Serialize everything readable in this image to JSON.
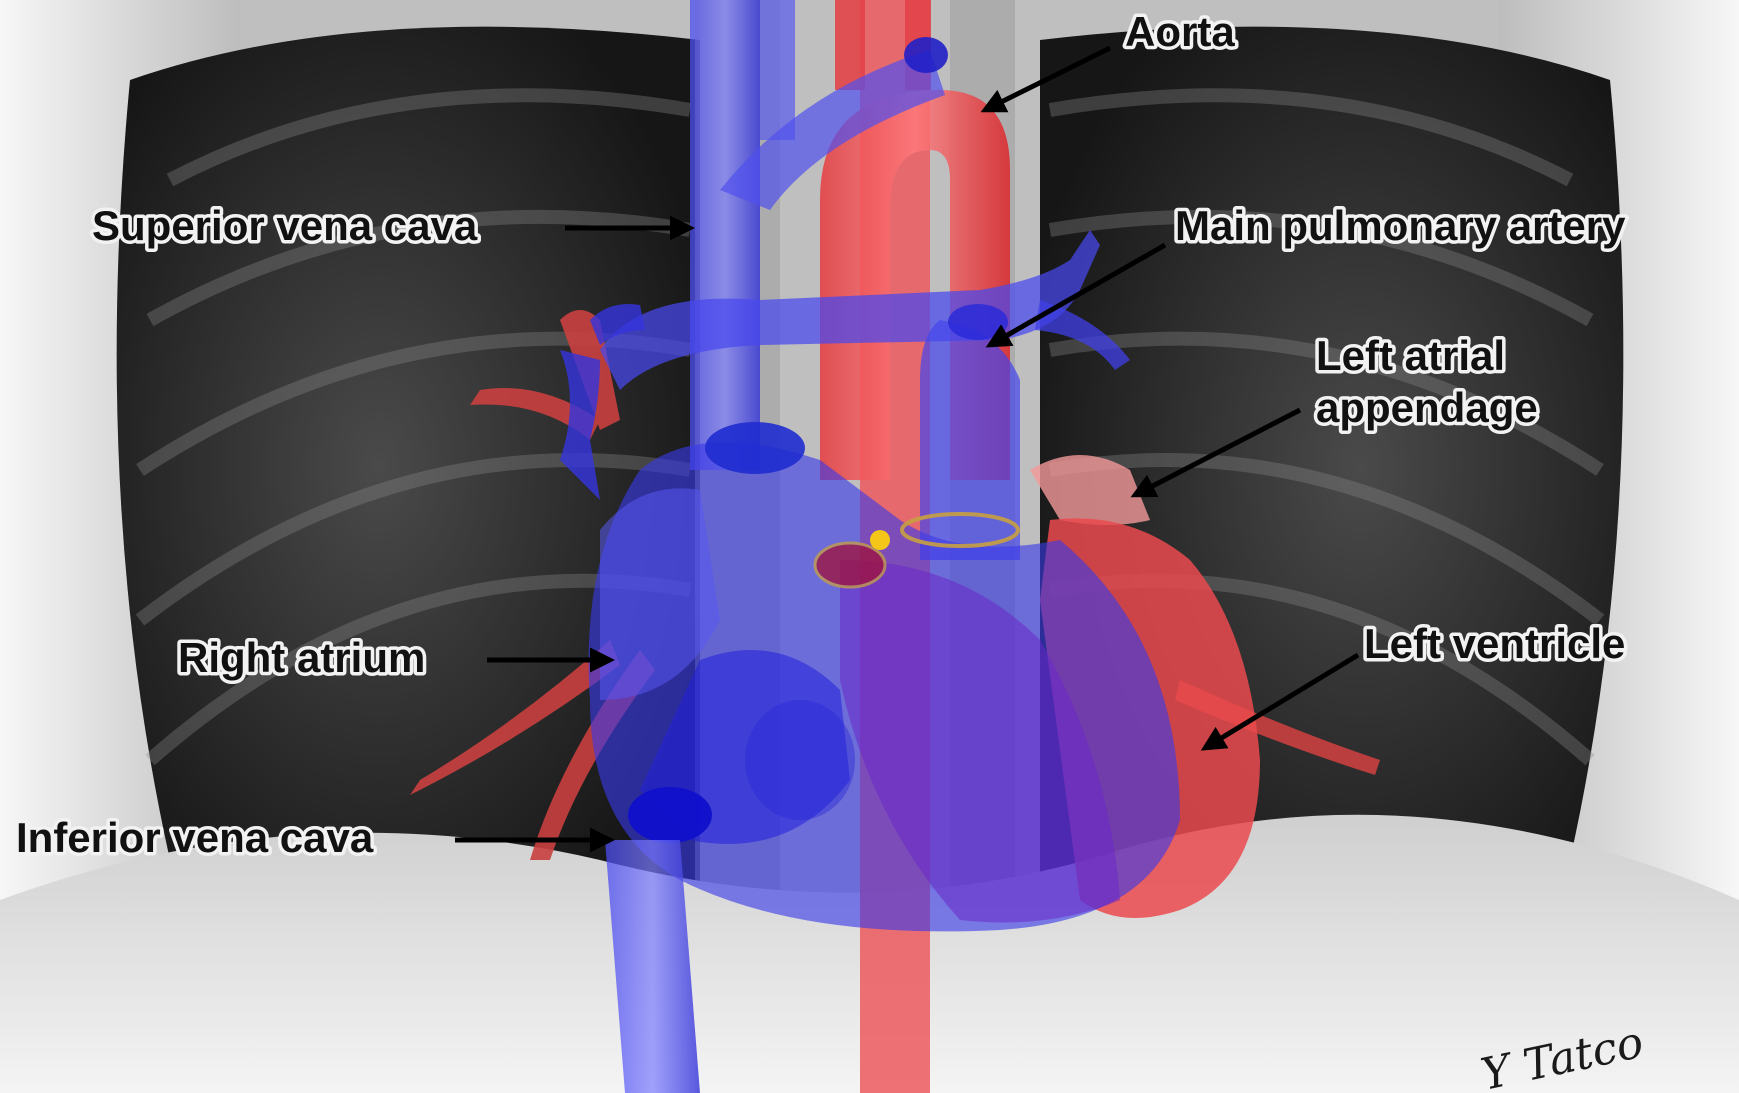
{
  "labels": {
    "aorta": "Aorta",
    "superior_vena_cava": "Superior vena cava",
    "main_pulmonary_artery": "Main pulmonary artery",
    "left_atrial_appendage_line1": "Left atrial",
    "left_atrial_appendage_line2": "appendage",
    "right_atrium": "Right atrium",
    "left_ventricle": "Left ventricle",
    "inferior_vena_cava": "Inferior vena cava"
  },
  "signature": "Y Tatco",
  "colors": {
    "venous_blue": "#3a3ae8",
    "arterial_red": "#e8383c",
    "label_text": "#111111",
    "xray_background": "#2a2a2a"
  }
}
